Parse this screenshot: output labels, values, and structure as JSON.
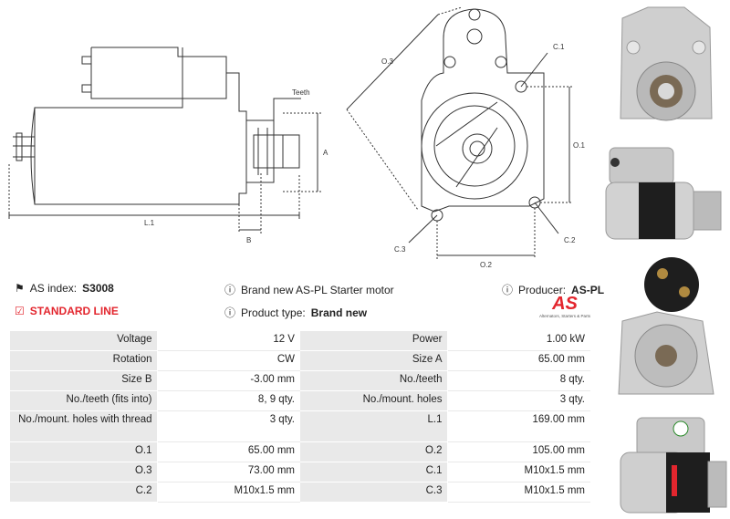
{
  "drawing": {
    "labels": {
      "teeth": "Teeth",
      "a": "A",
      "b": "B",
      "l1": "L.1",
      "o3": "O.3",
      "o1": "O.1",
      "o2": "O.2",
      "c1": "C.1",
      "c2": "C.2",
      "c3": "C.3"
    }
  },
  "info": {
    "as_index_label": "AS index:",
    "as_index_value": "S3008",
    "standard_line": "STANDARD LINE",
    "description": "Brand new AS-PL Starter motor",
    "product_type_label": "Product type:",
    "product_type_value": "Brand new",
    "producer_label": "Producer:",
    "producer_value": "AS-PL"
  },
  "logo": {
    "mark": "AS",
    "tagline": "Alternators, Starters & Parts"
  },
  "specs": [
    {
      "k1": "Voltage",
      "v1": "12 V",
      "k2": "Power",
      "v2": "1.00 kW"
    },
    {
      "k1": "Rotation",
      "v1": "CW",
      "k2": "Size A",
      "v2": "65.00 mm"
    },
    {
      "k1": "Size B",
      "v1": "-3.00 mm",
      "k2": "No./teeth",
      "v2": "8 qty."
    },
    {
      "k1": "No./teeth (fits into)",
      "v1": "8, 9 qty.",
      "k2": "No./mount. holes",
      "v2": "3 qty."
    },
    {
      "k1": "No./mount. holes with thread",
      "v1": "3 qty.",
      "k2": "L.1",
      "v2": "169.00 mm"
    },
    {
      "k1": "O.1",
      "v1": "65.00 mm",
      "k2": "O.2",
      "v2": "105.00 mm"
    },
    {
      "k1": "O.3",
      "v1": "73.00 mm",
      "k2": "C.1",
      "v2": "M10x1.5 mm"
    },
    {
      "k1": "C.2",
      "v1": "M10x1.5 mm",
      "k2": "C.3",
      "v2": "M10x1.5 mm"
    }
  ],
  "colors": {
    "accent_red": "#e3262e",
    "table_key_bg": "#e9e9e9",
    "line": "#333333"
  }
}
